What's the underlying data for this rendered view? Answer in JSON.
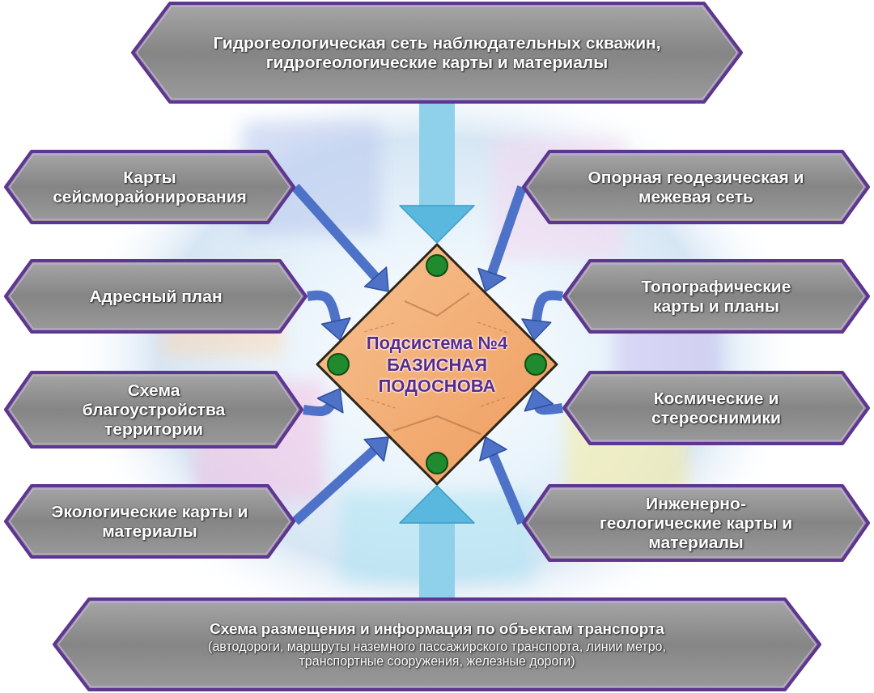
{
  "diagram": {
    "nodes": [
      {
        "text": [
          "Гидрогеологическая сеть наблюдательных скважин, гидрогеологические карты и материалы"
        ]
      },
      {
        "text": [
          "Карты сейсморайонирования"
        ]
      },
      {
        "text": [
          "Опорная геодезическая и межевая сеть"
        ]
      },
      {
        "text": [
          "Адресный план"
        ]
      },
      {
        "text": [
          "Топографические карты и планы"
        ]
      },
      {
        "text": [
          "Схема благоустройства территории"
        ]
      },
      {
        "text": [
          "Космические и стереоснимики"
        ]
      },
      {
        "text": [
          "Экологические карты и материалы"
        ]
      },
      {
        "text": [
          "Инженерно-геологические карты и материалы"
        ]
      },
      {
        "text": [
          "Подсистема №4",
          "БАЗИСНАЯ ПОДОСНОВА"
        ]
      },
      {
        "text": [
          "Схема размещения и информация по объектам транспорта",
          "(автодороги, маршруты наземного пассажирского транспорта, линии метро, транспортные сооружения, железные дороги)"
        ]
      }
    ],
    "edges": [
      {
        "from": 0,
        "to": 9,
        "arrow": "to"
      },
      {
        "from": 1,
        "to": 9,
        "arrow": "to"
      },
      {
        "from": 2,
        "to": 9,
        "arrow": "to"
      },
      {
        "from": 3,
        "to": 9,
        "arrow": "to"
      },
      {
        "from": 4,
        "to": 9,
        "arrow": "to"
      },
      {
        "from": 5,
        "to": 9,
        "arrow": "to"
      },
      {
        "from": 6,
        "to": 9,
        "arrow": "to"
      },
      {
        "from": 7,
        "to": 9,
        "arrow": "to"
      },
      {
        "from": 8,
        "to": 9,
        "arrow": "to"
      },
      {
        "from": 10,
        "to": 9,
        "arrow": "to"
      }
    ]
  }
}
